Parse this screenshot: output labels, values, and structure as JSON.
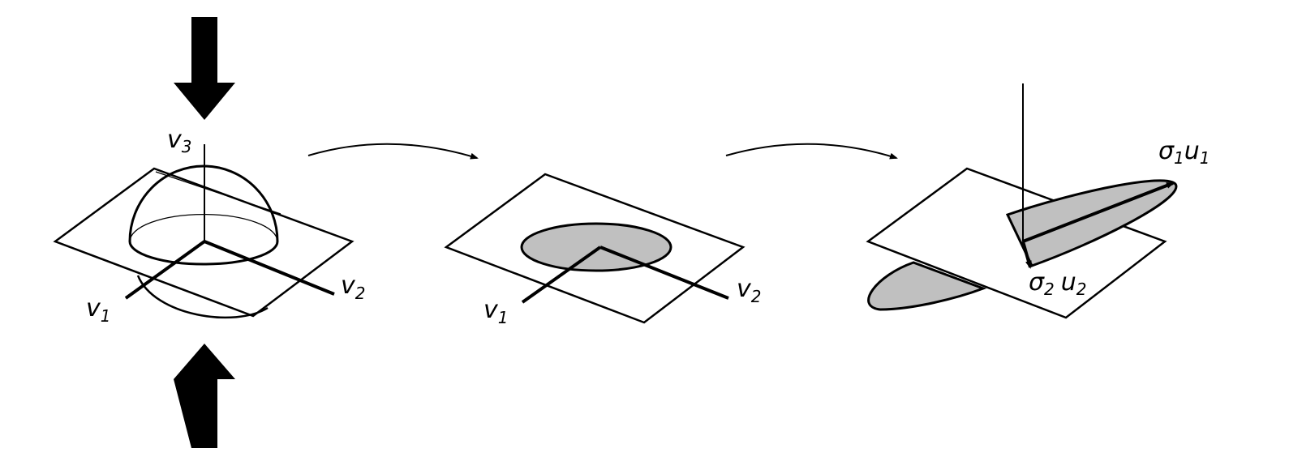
{
  "colors": {
    "stroke": "#000000",
    "fill_ellipse": "#c0c0c0",
    "background": "#ffffff"
  },
  "panel1": {
    "v1": {
      "base": "v",
      "sub": "1"
    },
    "v2": {
      "base": "v",
      "sub": "2"
    },
    "v3": {
      "base": "v",
      "sub": "3"
    }
  },
  "panel2": {
    "v1": {
      "base": "v",
      "sub": "1"
    },
    "v2": {
      "base": "v",
      "sub": "2"
    }
  },
  "panel3": {
    "s1u1": {
      "sigma": "σ",
      "sigma_sub": "1",
      "u": "u",
      "u_sub": "1"
    },
    "s2u2": {
      "sigma": "σ",
      "sigma_sub": "2",
      "u": "u",
      "u_sub": "2"
    }
  }
}
